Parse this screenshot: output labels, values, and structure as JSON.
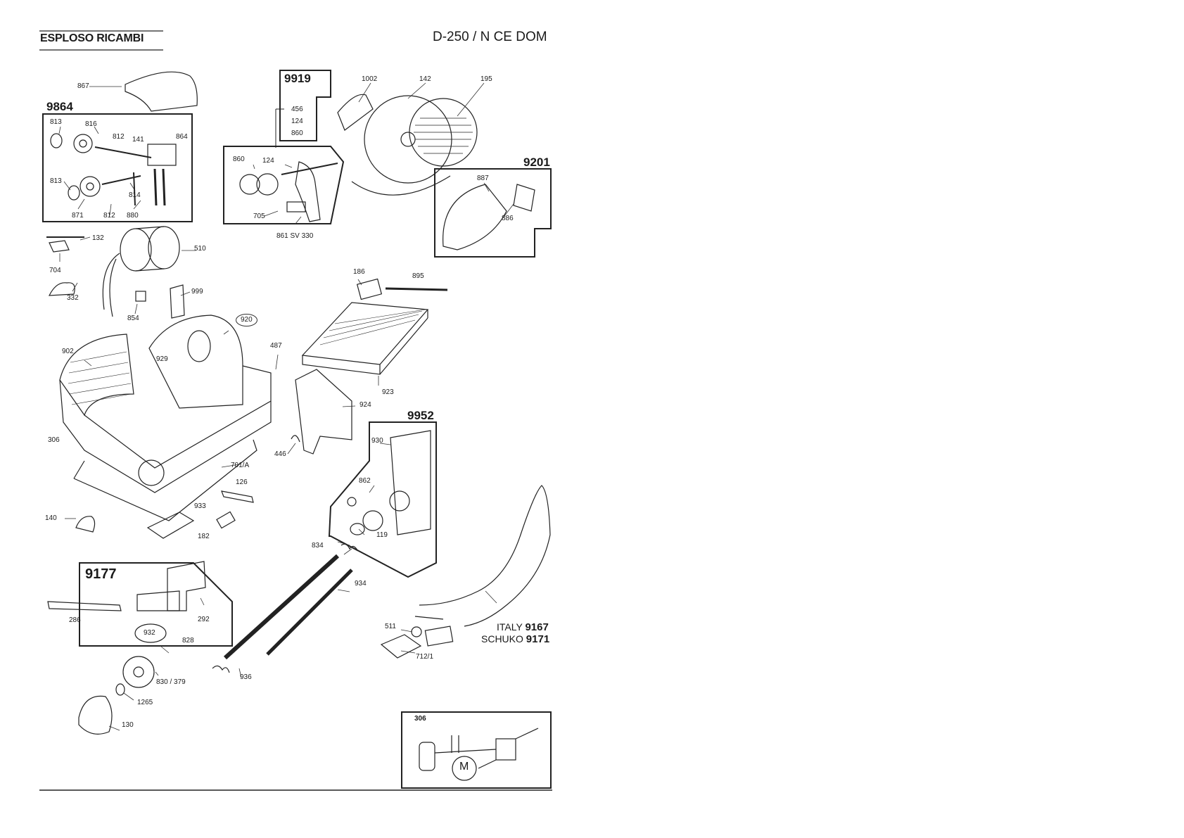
{
  "header": {
    "section_title": "ESPLOSO RICAMBI",
    "model": "D-250 / N CE DOM"
  },
  "groups": {
    "g9864": "9864",
    "g9919": "9919",
    "g9201": "9201",
    "g9952": "9952",
    "g9177": "9177"
  },
  "group_9919_items": [
    "456",
    "124",
    "860"
  ],
  "parts": {
    "p867": "867",
    "p813a": "813",
    "p816": "816",
    "p812a": "812",
    "p141": "141",
    "p864": "864",
    "p813b": "813",
    "p814": "814",
    "p871": "871",
    "p812b": "812",
    "p880": "880",
    "p860": "860",
    "p124": "124",
    "p705": "705",
    "p861": "861 SV 330",
    "p1002": "1002",
    "p142": "142",
    "p195": "195",
    "p887": "887",
    "p886": "886",
    "p132": "132",
    "p510": "510",
    "p704": "704",
    "p332": "332",
    "p999": "999",
    "p854": "854",
    "p920": "920",
    "p902": "902",
    "p929": "929",
    "p487": "487",
    "p186": "186",
    "p895": "895",
    "p923": "923",
    "p924": "924",
    "p446": "446",
    "p306a": "306",
    "p701A": "701/A",
    "p126": "126",
    "p140": "140",
    "p933": "933",
    "p182": "182",
    "p930": "930",
    "p862": "862",
    "p119": "119",
    "p834": "834",
    "p934": "934",
    "p286": "286",
    "p932": "932",
    "p292": "292",
    "p828": "828",
    "p830": "830 / 379",
    "p1265": "1265",
    "p130": "130",
    "p936": "936",
    "p511": "511",
    "p712": "712/1",
    "p306b": "306"
  },
  "cord": {
    "italy_label": "ITALY",
    "italy_code": "9167",
    "schuko_label": "SCHUKO",
    "schuko_code": "9171"
  },
  "wiring": {
    "motor_letter": "M"
  }
}
